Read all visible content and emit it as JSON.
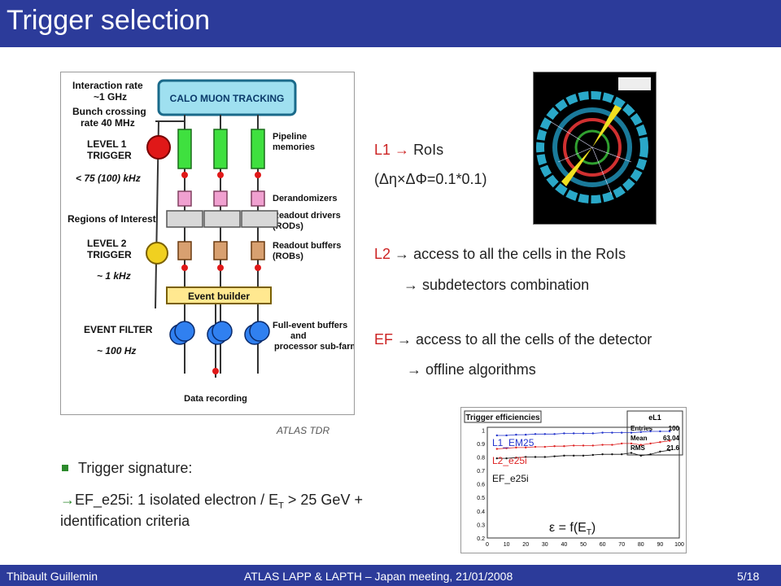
{
  "title": "Trigger selection",
  "diagram": {
    "interaction_rate": "Interaction rate",
    "interaction_val": "~1 GHz",
    "bunch_crossing": "Bunch crossing",
    "bunch_rate": "rate 40 MHz",
    "detectors": "CALO   MUON   TRACKING",
    "pipeline": "Pipeline",
    "memories": "memories",
    "level1": "LEVEL 1",
    "trigger1": "TRIGGER",
    "rate1": "< 75 (100) kHz",
    "derandomizers": "Derandomizers",
    "roi": "Regions of Interest",
    "readout_drivers": "Readout drivers",
    "rods": "(RODs)",
    "level2": "LEVEL 2",
    "trigger2": "TRIGGER",
    "readout_buffers": "Readout buffers",
    "robs": "(ROBs)",
    "rate2": "~ 1 kHz",
    "event_builder": "Event builder",
    "event_filter": "EVENT FILTER",
    "full_event": "Full-event buffers",
    "and": "and",
    "processor": "processor sub-farms",
    "rate3": "~ 100 Hz",
    "data_recording": "Data recording"
  },
  "caption": "ATLAS TDR",
  "l1": {
    "prefix": "L1",
    "text": "RoIs",
    "sub": "(Δη×ΔΦ=0.1*0.1)"
  },
  "l2": {
    "prefix": "L2",
    "text": "access to all the cells in the RoIs",
    "text2": "subdetectors combination"
  },
  "ef": {
    "prefix": "EF",
    "text": "access to all the cells of the detector",
    "text2": "offline algorithms"
  },
  "arrow": "→",
  "signature": {
    "bullet": "Trigger signature:",
    "line1_a": "EF_e25i: 1 isolated electron /  E",
    "line1_sub": "T",
    "line1_b": " > 25 GeV +",
    "line2": "identification criteria"
  },
  "plot": {
    "title": "Trigger efficiencies",
    "stat_name": "eL1",
    "entries_label": "Entries",
    "entries": "100",
    "mean_label": "Mean",
    "mean": "63.04",
    "rms_label": "RMS",
    "rms": "21.6",
    "series": [
      "L1_EM25",
      "L2_e25i",
      "EF_e25i"
    ],
    "formula_a": "ε = f(E",
    "formula_sub": "T",
    "formula_b": ")",
    "y_ticks": [
      "1",
      "0.9",
      "0.8",
      "0.7",
      "0.6",
      "0.5",
      "0.4",
      "0.3",
      "0.2"
    ],
    "x_ticks": [
      "0",
      "10",
      "20",
      "30",
      "40",
      "50",
      "60",
      "70",
      "80",
      "90",
      "100"
    ]
  },
  "chart_data": {
    "type": "line",
    "title": "Trigger efficiencies",
    "x": [
      5,
      10,
      15,
      20,
      25,
      30,
      35,
      40,
      45,
      50,
      55,
      60,
      65,
      70,
      75,
      80,
      85,
      90,
      95
    ],
    "series": [
      {
        "name": "L1_EM25",
        "values": [
          0.96,
          0.96,
          0.965,
          0.965,
          0.97,
          0.97,
          0.97,
          0.975,
          0.975,
          0.975,
          0.975,
          0.98,
          0.98,
          0.98,
          0.98,
          0.985,
          0.99,
          0.99,
          0.99
        ]
      },
      {
        "name": "L2_e25i",
        "values": [
          0.86,
          0.865,
          0.87,
          0.87,
          0.875,
          0.875,
          0.88,
          0.88,
          0.885,
          0.885,
          0.885,
          0.89,
          0.89,
          0.9,
          0.9,
          0.89,
          0.9,
          0.91,
          0.92
        ]
      },
      {
        "name": "EF_e25i",
        "values": [
          0.79,
          0.79,
          0.795,
          0.8,
          0.8,
          0.8,
          0.805,
          0.81,
          0.81,
          0.81,
          0.815,
          0.82,
          0.82,
          0.82,
          0.83,
          0.81,
          0.82,
          0.84,
          0.85
        ]
      }
    ],
    "xlim": [
      0,
      100
    ],
    "ylim": [
      0.2,
      1.02
    ],
    "colors": [
      "#2233cc",
      "#dd2222",
      "#111111"
    ]
  },
  "footer": {
    "author": "Thibault Guillemin",
    "meeting": "ATLAS LAPP & LAPTH – Japan meeting, 21/01/2008",
    "page": "5/18"
  },
  "colors": {
    "title_bg": "#2c3b9a",
    "accent": "#cc2222"
  }
}
